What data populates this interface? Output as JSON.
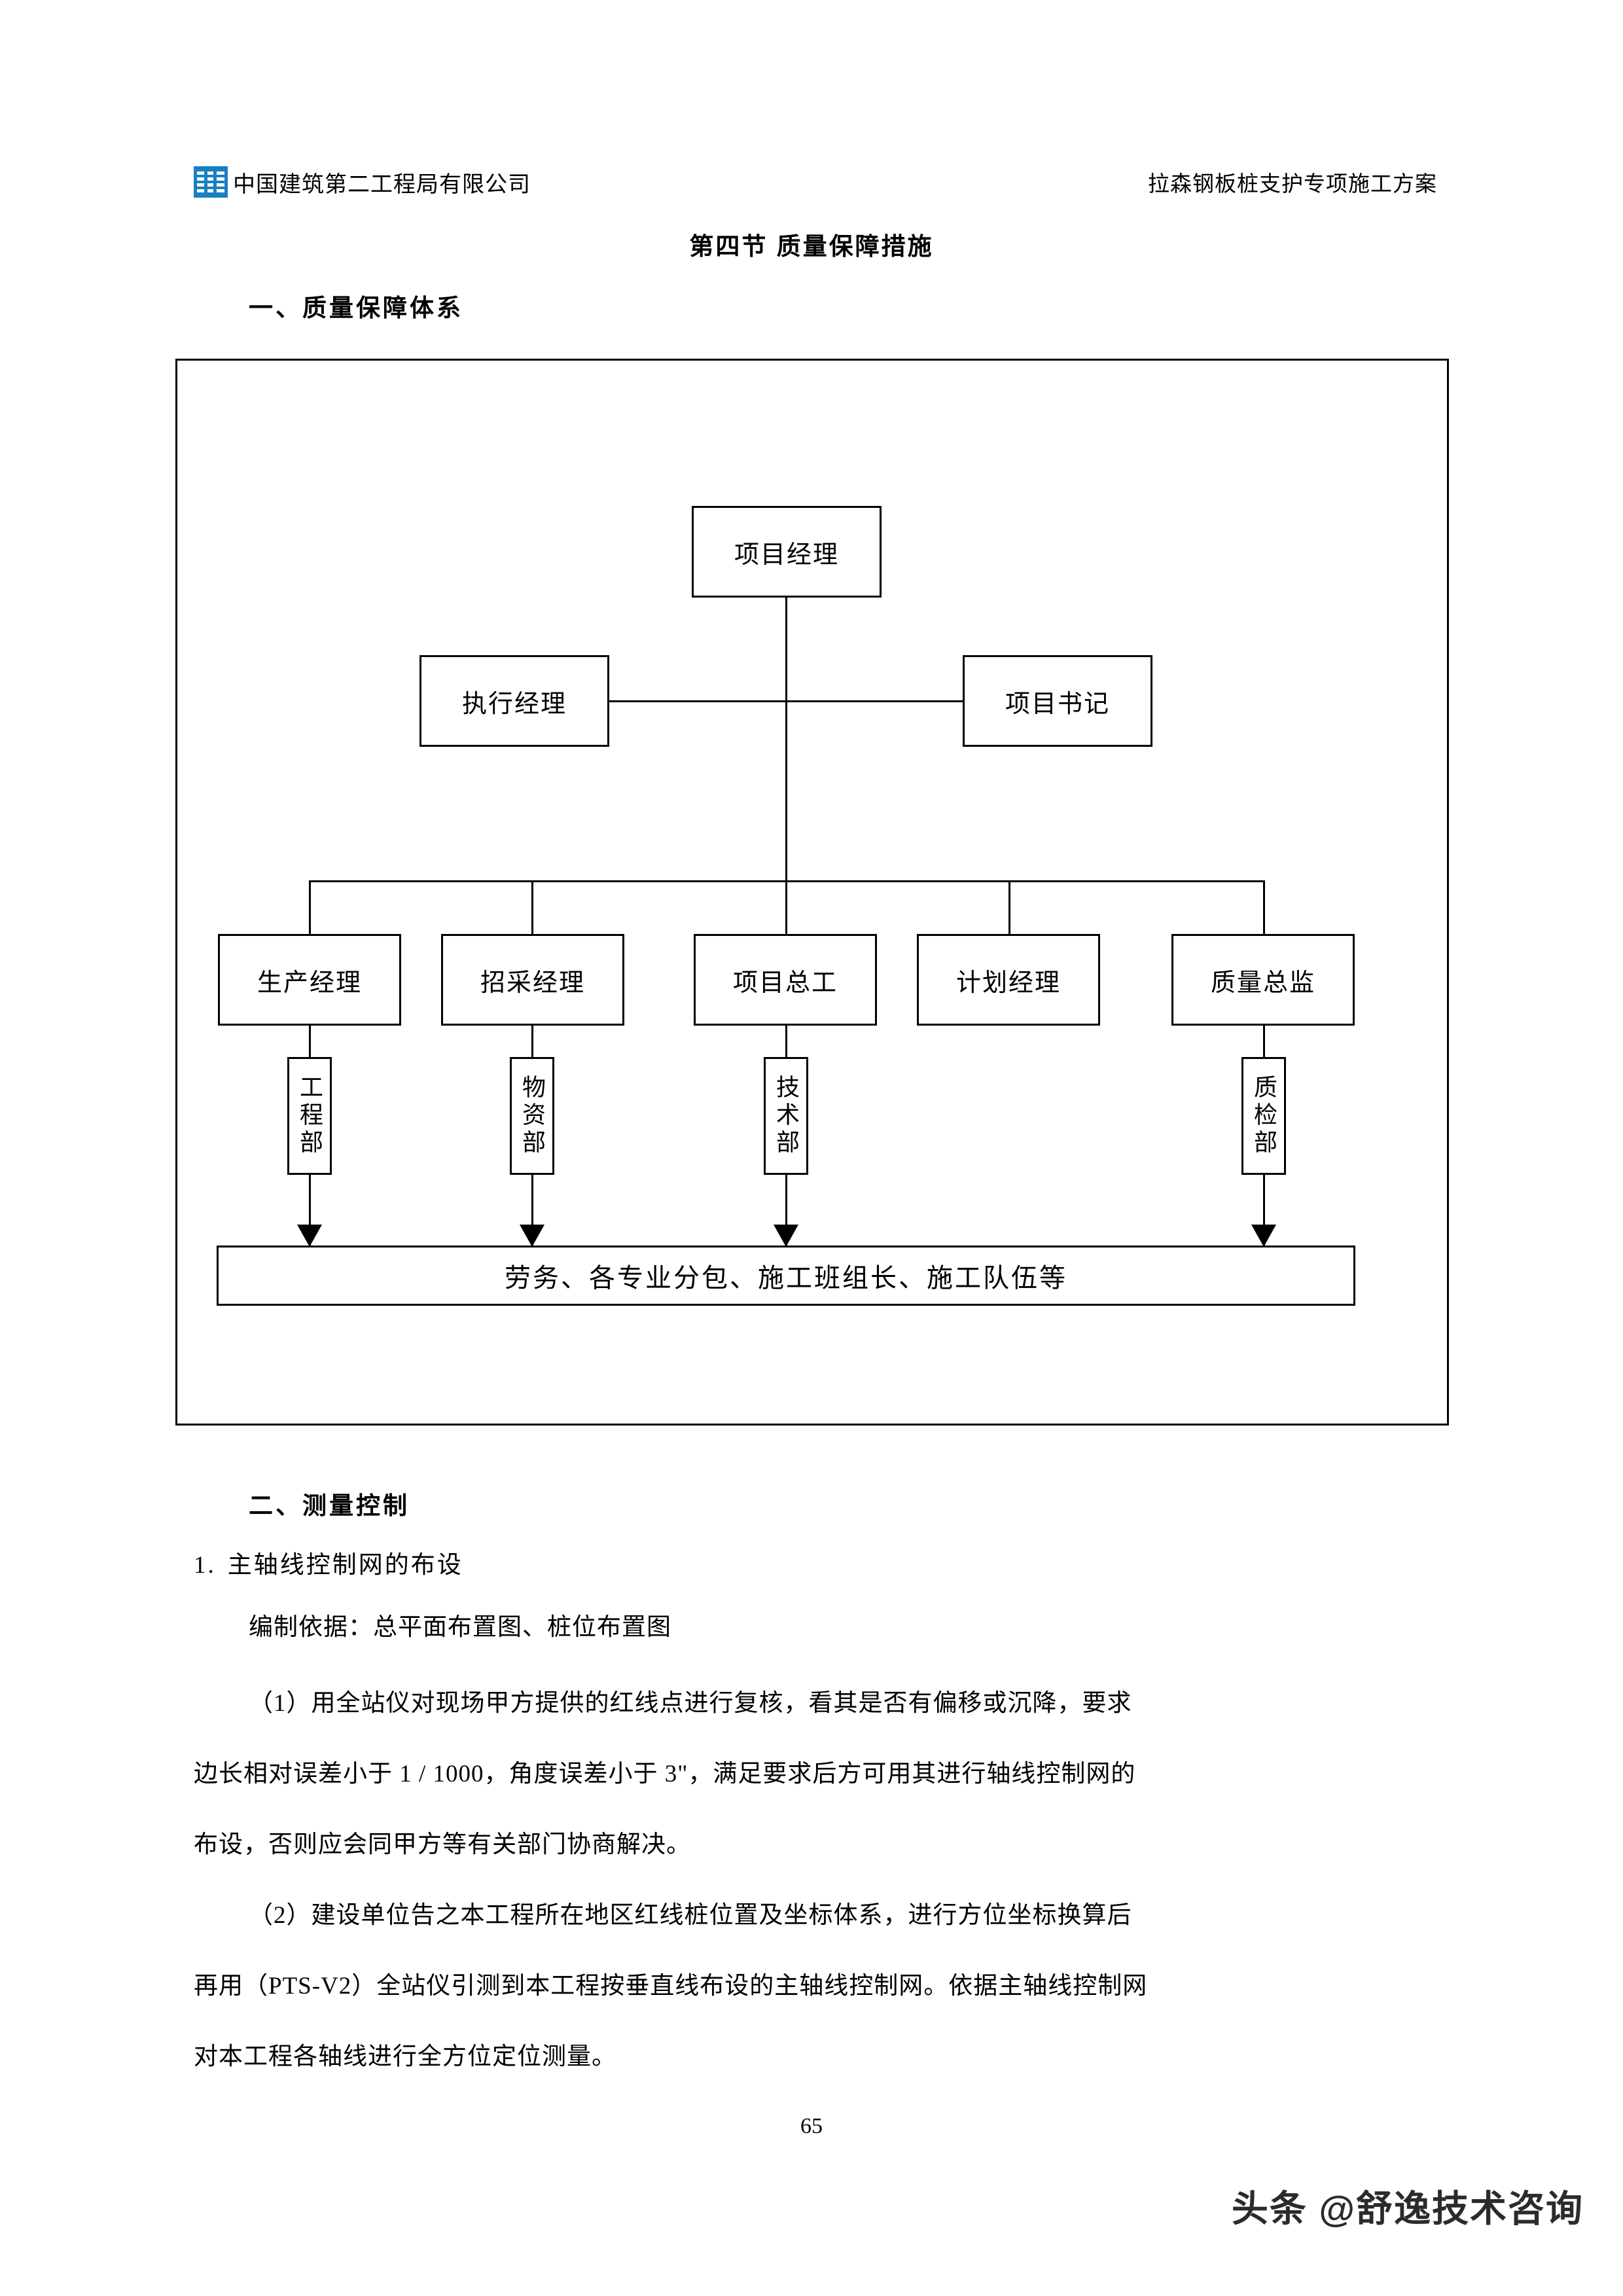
{
  "header": {
    "logo_icon": "cscec-logo-icon",
    "company": "中国建筑第二工程局有限公司",
    "document_title": "拉森钢板桩支护专项施工方案"
  },
  "section_title": "第四节   质量保障措施",
  "headings": {
    "h1": "一、质量保障体系",
    "h2": "二、测量控制"
  },
  "org_chart": {
    "level1": [
      {
        "label": "项目经理"
      }
    ],
    "level2": [
      {
        "label": "执行经理"
      },
      {
        "label": "项目书记"
      }
    ],
    "level3": [
      {
        "label": "生产经理"
      },
      {
        "label": "招采经理"
      },
      {
        "label": "项目总工"
      },
      {
        "label": "计划经理"
      },
      {
        "label": "质量总监"
      }
    ],
    "departments": [
      {
        "label": "工程部"
      },
      {
        "label": "物资部"
      },
      {
        "label": "技术部"
      },
      {
        "label": "质检部"
      }
    ],
    "bottom_bar": "劳务、各专业分包、施工班组长、施工队伍等"
  },
  "numbered_items": [
    {
      "num": "1.",
      "text": "主轴线控制网的布设"
    }
  ],
  "paragraphs": {
    "basis": "编制依据：总平面布置图、桩位布置图",
    "p1_line1": "（1）用全站仪对现场甲方提供的红线点进行复核，看其是否有偏移或沉降，要求",
    "p1_line2": "边长相对误差小于 1 / 1000，角度误差小于 3\"，满足要求后方可用其进行轴线控制网的",
    "p1_line3": "布设，否则应会同甲方等有关部门协商解决。",
    "p2_line1": "（2）建设单位告之本工程所在地区红线桩位置及坐标体系，进行方位坐标换算后",
    "p2_line2": "再用（PTS-V2）全站仪引测到本工程按垂直线布设的主轴线控制网。依据主轴线控制网",
    "p2_line3": "对本工程各轴线进行全方位定位测量。"
  },
  "page_number": "65",
  "watermark": "头条 @舒逸技术咨询",
  "colors": {
    "logo_blue": "#1a7fc1",
    "ink": "#000000",
    "paper": "#ffffff"
  }
}
